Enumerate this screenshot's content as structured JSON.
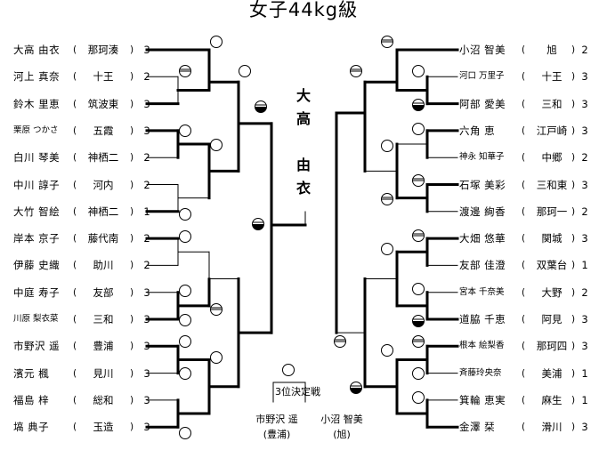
{
  "title": "女子44kg級",
  "champion": [
    "大",
    "高",
    "",
    "由",
    "衣"
  ],
  "left_entries": [
    {
      "name": "大高 由衣",
      "school": "那珂湊",
      "score": "3"
    },
    {
      "name": "河上 真奈",
      "school": "十王",
      "score": "2"
    },
    {
      "name": "鈴木 里恵",
      "school": "筑波東",
      "score": "3"
    },
    {
      "name": "栗原 つかさ",
      "school": "五霞",
      "score": "3",
      "small": true
    },
    {
      "name": "白川 琴美",
      "school": "神栖二",
      "score": "2"
    },
    {
      "name": "中川 諄子",
      "school": "河内",
      "score": "2"
    },
    {
      "name": "大竹 智絵",
      "school": "神栖二",
      "score": "1"
    },
    {
      "name": "岸本 京子",
      "school": "藤代南",
      "score": "2"
    },
    {
      "name": "伊藤 史織",
      "school": "助川",
      "score": "2"
    },
    {
      "name": "中庭 寿子",
      "school": "友部",
      "score": "3"
    },
    {
      "name": "川原 梨衣菜",
      "school": "三和",
      "score": "3",
      "small": true
    },
    {
      "name": "市野沢 遥",
      "school": "豊浦",
      "score": "3"
    },
    {
      "name": "濱元 楓",
      "school": "見川",
      "score": "3"
    },
    {
      "name": "福島 梓",
      "school": "総和",
      "score": "3"
    },
    {
      "name": "塙 典子",
      "school": "玉造",
      "score": "3"
    }
  ],
  "right_entries": [
    {
      "name": "小沼 智美",
      "school": "旭",
      "score": "2"
    },
    {
      "name": "河口 万里子",
      "school": "十王",
      "score": "3",
      "small": true
    },
    {
      "name": "阿部 愛美",
      "school": "三和",
      "score": "3"
    },
    {
      "name": "六角 恵",
      "school": "江戸崎",
      "score": "3"
    },
    {
      "name": "神永 知華子",
      "school": "中郷",
      "score": "2",
      "small": true
    },
    {
      "name": "石塚 美彩",
      "school": "三和東",
      "score": "3"
    },
    {
      "name": "渡邊 絢香",
      "school": "那珂一",
      "score": "2"
    },
    {
      "name": "大畑 悠華",
      "school": "関城",
      "score": "3"
    },
    {
      "name": "友部 佳澄",
      "school": "双葉台",
      "score": "1"
    },
    {
      "name": "宮本 千奈美",
      "school": "大野",
      "score": "2",
      "small": true
    },
    {
      "name": "道脇 千恵",
      "school": "阿見",
      "score": "3"
    },
    {
      "name": "根本 絵梨香",
      "school": "那珂四",
      "score": "3",
      "small": true
    },
    {
      "name": "斉藤玲央奈",
      "school": "美浦",
      "score": "1",
      "small": true
    },
    {
      "name": "箕輪 恵実",
      "school": "麻生",
      "score": "1"
    },
    {
      "name": "金澤 栞",
      "school": "滑川",
      "score": "3"
    }
  ],
  "third_place": {
    "label": "3位決定戦",
    "left_name": "市野沢 遥",
    "left_school": "(豊浦)",
    "right_name": "小沼 智美",
    "right_school": "(旭)"
  },
  "colors": {
    "line": "#000000",
    "background": "#ffffff"
  }
}
